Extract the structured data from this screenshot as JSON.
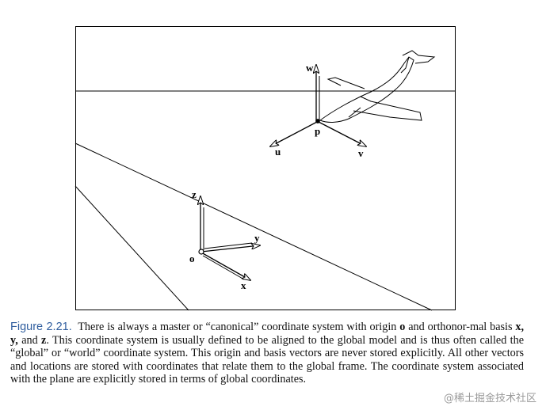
{
  "figure": {
    "labels": {
      "w": "w",
      "p": "p",
      "u": "u",
      "v": "v",
      "z": "z",
      "y": "y",
      "o": "o",
      "x": "x"
    }
  },
  "caption": {
    "figure_number": "Figure 2.21.",
    "t1": "There is always a master or “canonical” coordinate system with origin ",
    "origin": "o",
    "t2": " and orthonor-mal basis ",
    "basis": "x, y,",
    "t3": " and ",
    "basis_z": "z",
    "t4": ". This coordinate system is usually defined to be aligned to the global model and is thus often called the “global” or “world” coordinate system. This origin and basis vectors are never stored explicitly. All other vectors and locations are stored with coordinates that relate them to the global frame. The coordinate system associated with the plane are explicitly stored in terms of global coordinates."
  },
  "watermark": "@稀土掘金技术社区"
}
